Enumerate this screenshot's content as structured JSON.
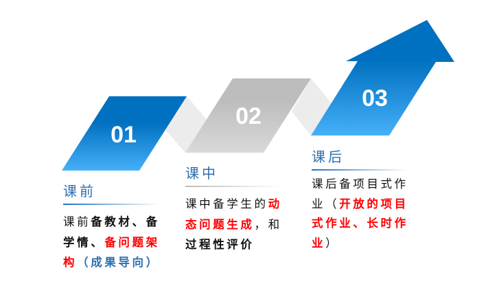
{
  "steps": [
    {
      "number": "01",
      "title": "课前",
      "lines": [
        [
          {
            "t": "课前",
            "s": "n"
          },
          {
            "t": "备教材、备",
            "s": "b"
          }
        ],
        [
          {
            "t": "学情、",
            "s": "b"
          },
          {
            "t": "备问题架",
            "s": "red"
          }
        ],
        [
          {
            "t": "构",
            "s": "red"
          },
          {
            "t": "（成果导向）",
            "s": "blu"
          }
        ]
      ]
    },
    {
      "number": "02",
      "title": "课中",
      "lines": [
        [
          {
            "t": "课中备学生的",
            "s": "n"
          },
          {
            "t": "动",
            "s": "red"
          }
        ],
        [
          {
            "t": "态问题生成",
            "s": "red"
          },
          {
            "t": "，和",
            "s": "n"
          }
        ],
        [
          {
            "t": "过程性评价",
            "s": "b"
          }
        ]
      ]
    },
    {
      "number": "03",
      "title": "课后",
      "lines": [
        [
          {
            "t": "课后备项目式作",
            "s": "n"
          }
        ],
        [
          {
            "t": "业（",
            "s": "n"
          },
          {
            "t": "开放的项目",
            "s": "red"
          }
        ],
        [
          {
            "t": "式作业、长时作",
            "s": "red"
          }
        ],
        [
          {
            "t": "业",
            "s": "red"
          },
          {
            "t": "）",
            "s": "n"
          }
        ]
      ]
    }
  ],
  "colors": {
    "blue_dark": "#0070c0",
    "blue_light": "#45b0f8",
    "grey_dark": "#bdbdbd",
    "grey_light": "#d9d9d9",
    "connector": "#ececec",
    "red": "#ff0000"
  }
}
